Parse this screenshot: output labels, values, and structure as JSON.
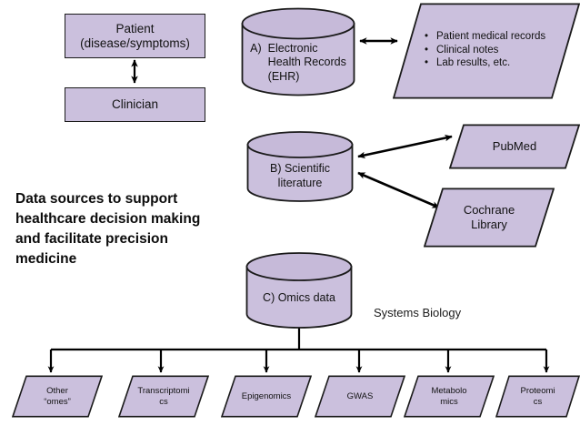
{
  "diagram": {
    "caption": "Data sources to support healthcare decision making and facilitate precision medicine",
    "systems_biology_label": "Systems Biology",
    "colors": {
      "node_fill": "#cbc0dd",
      "node_stroke": "#1a1a1a",
      "cylinder_top_fill": "#c6bad9",
      "connector": "#000000",
      "background": "#ffffff",
      "text": "#111111"
    },
    "actors": {
      "patient": "Patient\n(disease/symptoms)",
      "patient_line1": "Patient",
      "patient_line2": "(disease/symptoms)",
      "clinician": "Clinician"
    },
    "sources": {
      "a": {
        "tag": "A)",
        "line1": "Electronic",
        "line2": "Health Records",
        "line3": "(EHR)",
        "full": "A) Electronic Health Records (EHR)"
      },
      "b": {
        "line1": "B) Scientific",
        "line2": "literature",
        "full": "B) Scientific literature"
      },
      "c": {
        "full": "C) Omics data"
      }
    },
    "ehr_contents": [
      "Patient medical records",
      "Clinical notes",
      "Lab results, etc."
    ],
    "literature_resources": [
      {
        "name": "PubMed"
      },
      {
        "name": "Cochrane Library",
        "line1": "Cochrane",
        "line2": "Library"
      }
    ],
    "omics_branches": [
      {
        "line1": "Other",
        "line2": "“omes”",
        "full": "Other “omes”"
      },
      {
        "line1": "Transcriptomi",
        "line2": "cs",
        "full": "Transcriptomics"
      },
      {
        "line1": "Epigenomics",
        "line2": "",
        "full": "Epigenomics"
      },
      {
        "line1": "GWAS",
        "line2": "",
        "full": "GWAS"
      },
      {
        "line1": "Metabolo",
        "line2": "mics",
        "full": "Metabolomics"
      },
      {
        "line1": "Proteomi",
        "line2": "cs",
        "full": "Proteomics"
      }
    ]
  }
}
